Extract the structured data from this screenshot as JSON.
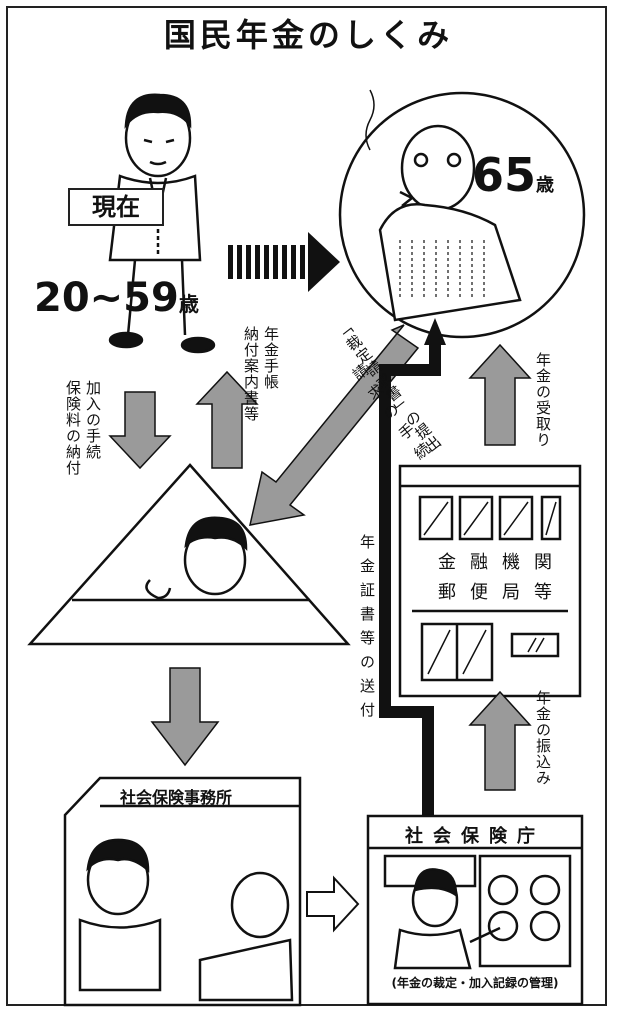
{
  "title": "国民年金のしくみ",
  "current_label": "現在",
  "age_range_label": "20~59",
  "age_range_suffix": "歳",
  "age65_label": "65",
  "age65_suffix": "歳",
  "left_flow_text": [
    "加入の手続",
    "保険料の納付"
  ],
  "right_flow_text": [
    "年金手帳",
    "納付案内書等"
  ],
  "claim_text": [
    "請求の手続",
    "「裁定請求書」の提出"
  ],
  "pension_receive_text": "年金の受取り",
  "certificate_send_text": "年金証書等の送付",
  "transfer_text": "年金の振込み",
  "bank_chars": [
    "金",
    "融",
    "機",
    "関",
    "郵",
    "便",
    "局",
    "等"
  ],
  "office_label": "社会保険事務所",
  "agency_label": "社会保険庁",
  "agency_note": "(年金の裁定・加入記録の管理)",
  "colors": {
    "arrow_gray": "#9a9a9a",
    "line_black": "#111111"
  }
}
